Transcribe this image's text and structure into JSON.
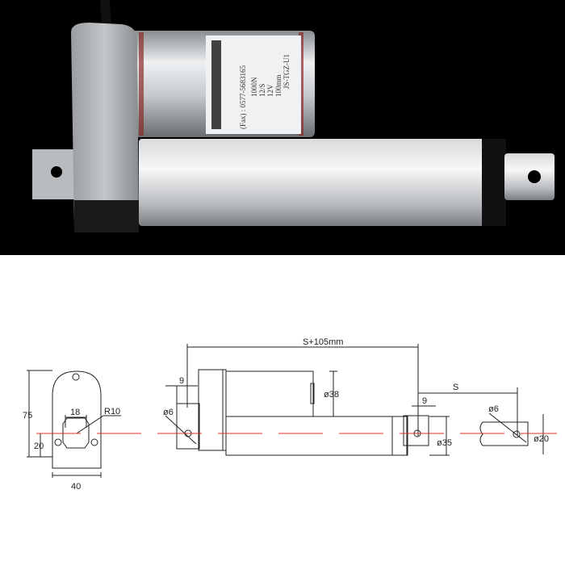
{
  "photo": {
    "motor_label_lines": [
      "JS-TGZ-U1",
      "100mm",
      "12V",
      "12/S",
      "1000N",
      "(Fax) : 0577-5683165"
    ]
  },
  "drawing": {
    "front_view": {
      "height": "75",
      "width": "40",
      "center_height": "20",
      "window": "18",
      "radius": "R10"
    },
    "side_view": {
      "bracket_offset": "9",
      "pin_hole": "ø6",
      "total_length": "S+105mm",
      "motor_dia": "ø38",
      "rod_offset": "9",
      "tube_dia": "ø35",
      "stroke": "S",
      "rod_hole": "ø6",
      "rod_dia": "ø20"
    },
    "centerline_color": "#e0302a"
  }
}
